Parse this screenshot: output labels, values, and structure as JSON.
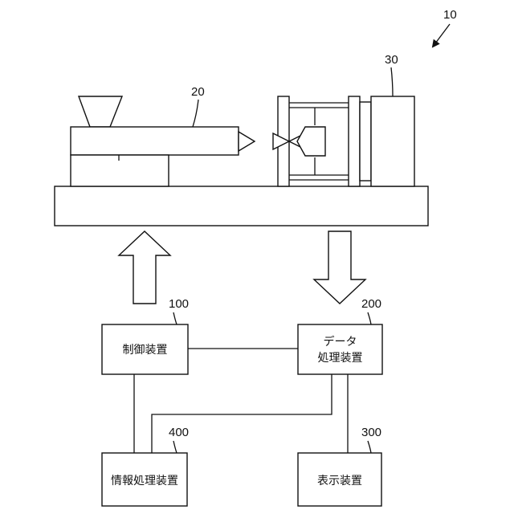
{
  "figure": {
    "system_ref": "10",
    "machine": {
      "injection_unit_ref": "20",
      "clamping_unit_ref": "30"
    },
    "blocks": {
      "control": {
        "ref": "100",
        "label": "制御装置"
      },
      "data_processing": {
        "ref": "200",
        "label_line1": "データ",
        "label_line2": "処理装置"
      },
      "display": {
        "ref": "300",
        "label": "表示装置"
      },
      "info_processing": {
        "ref": "400",
        "label": "情報処理装置"
      }
    }
  }
}
